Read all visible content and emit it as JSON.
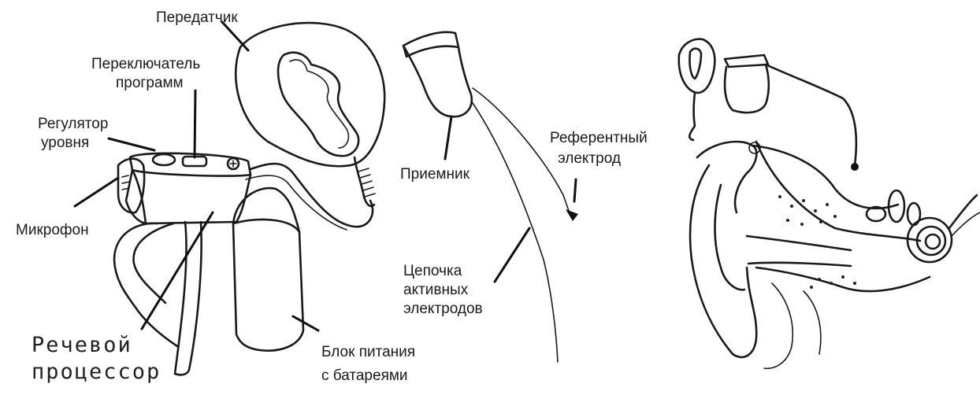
{
  "labels": {
    "transmitter": "Передатчик",
    "program_switch_1": "Переключатель",
    "program_switch_2": "программ",
    "level_control_1": "Регулятор",
    "level_control_2": "уровня",
    "microphone": "Микрофон",
    "speech_processor_1": "Речевой",
    "speech_processor_2": "процессор",
    "receiver": "Приемник",
    "reference_electrode_1": "Референтный",
    "reference_electrode_2": "электрод",
    "active_electrodes_1": "Цепочка",
    "active_electrodes_2": "активных",
    "active_electrodes_3": "электродов",
    "battery_pack_1": "Блок питания",
    "battery_pack_2": "с батареями"
  }
}
